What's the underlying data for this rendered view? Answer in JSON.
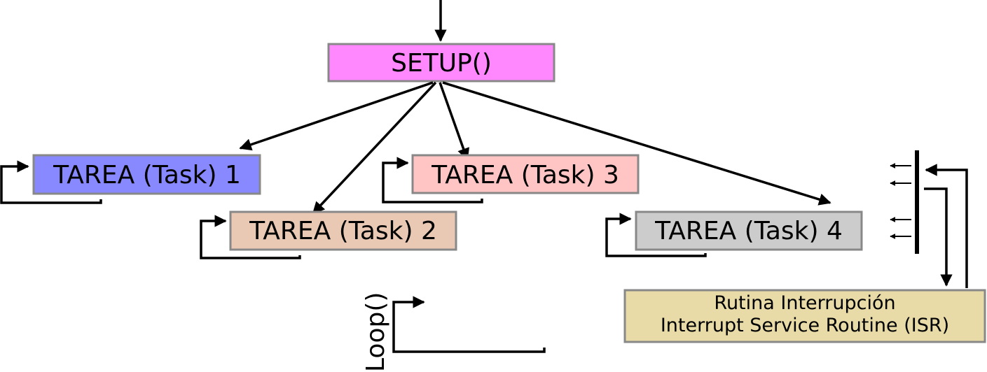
{
  "setup": {
    "label": "SETUP()",
    "color": "#ff88ff"
  },
  "tasks": [
    {
      "label": "TAREA (Task) 1",
      "color": "#8888ff"
    },
    {
      "label": "TAREA (Task) 2",
      "color": "#e9c8b4"
    },
    {
      "label": "TAREA (Task) 3",
      "color": "#ffc4c4"
    },
    {
      "label": "TAREA (Task) 4",
      "color": "#cccccc"
    }
  ],
  "isr": {
    "line1": "Rutina Interrupción",
    "line2": "Interrupt Service Routine (ISR)",
    "color": "#e8dba8"
  },
  "loop_label": "Loop()",
  "box_border_color": "#888888"
}
